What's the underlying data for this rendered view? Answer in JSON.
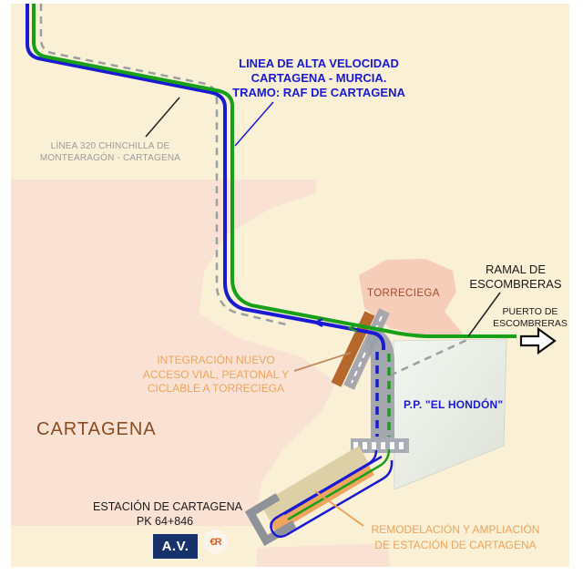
{
  "labels": {
    "high_speed_line": {
      "lines": [
        "LINEA DE ALTA VELOCIDAD",
        "CARTAGENA - MURCIA.",
        "TRAMO: RAF DE CARTAGENA"
      ]
    },
    "linea_320": {
      "lines": [
        "LÍNEA 320 CHINCHILLA DE",
        "MONTEARAGÓN - CARTAGENA"
      ]
    },
    "torreciega": {
      "text": "TORRECIEGA"
    },
    "ramal_escombreras": {
      "lines": [
        "RAMAL DE",
        "ESCOMBRERAS"
      ]
    },
    "puerto_escombreras": {
      "lines": [
        "PUERTO DE",
        "ESCOMBRERAS"
      ]
    },
    "integracion": {
      "lines": [
        "INTEGRACIÓN NUEVO",
        "ACCESO VIAL, PEATONAL Y",
        "CICLABLE A TORRECIEGA"
      ]
    },
    "cartagena": {
      "text": "CARTAGENA"
    },
    "el_hondon": {
      "text": "P.P. \"EL HONDÓN\""
    },
    "estacion": {
      "name": "ESTACIÓN DE CARTAGENA",
      "pk": "PK 64+846"
    },
    "av_badge": {
      "text": "A.V."
    },
    "operator_logo": {
      "text": "€R"
    },
    "remodelacion": {
      "lines": [
        "REMODELACIÓN Y AMPLIACIÓN",
        "DE ESTACIÓN DE CARTAGENA"
      ]
    }
  },
  "colors": {
    "map_background": "#faf0d6",
    "urban_area_pink": "#f9e2d4",
    "torreciega_fill": "#f5cdb8",
    "el_hondon_fill": "#e9ede4",
    "high_speed_blue": "#1a1ad2",
    "ramal_green": "#18a018",
    "linea320_dashed_gray": "#9aa0a0",
    "corridor_gray": "#9aa0aa",
    "access_road_brown": "#b5672c",
    "orange_annotation": "#eda45f",
    "torreciega_text": "#a3492d",
    "cartagena_text": "#8a4a22",
    "gray_text": "#9b9b9b",
    "black_text": "#1a1a1a",
    "av_badge_background": "#16316b",
    "platform_tan": "#ddd0a6",
    "platform_orange": "#f0a45f"
  }
}
